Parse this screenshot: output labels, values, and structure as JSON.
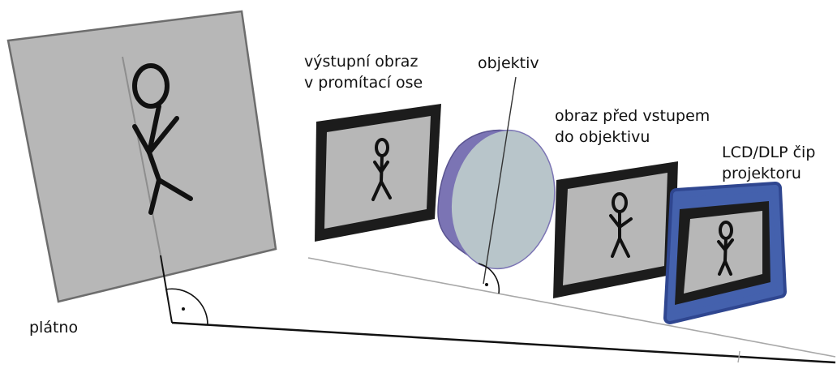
{
  "labels": {
    "screen": "plátno",
    "output_image_line1": "výstupní obraz",
    "output_image_line2": "v promítací ose",
    "lens": "objektiv",
    "pre_lens_line1": "obraz před vstupem",
    "pre_lens_line2": "do objektivu",
    "chip_line1": "LCD/DLP čip",
    "chip_line2": "projektoru"
  },
  "colors": {
    "panel_gray": "#b7b7b7",
    "frame_dark": "#1c1c1c",
    "lens_face": "#b8c5ca",
    "lens_rim": "#7b74b4",
    "chip_frame": "#4461ad",
    "figure": "#111111",
    "axis_line": "#a8a8a8",
    "projection_line": "#111111"
  }
}
